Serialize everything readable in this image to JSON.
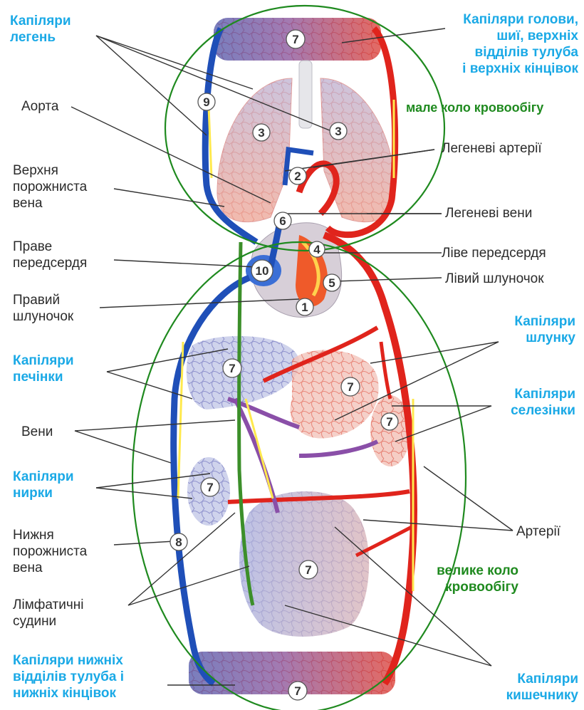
{
  "labels": {
    "lung_capillaries": [
      "Капіляри",
      "легень"
    ],
    "head_capillaries": [
      "Капіляри голови,",
      "шиї, верхніх",
      "відділів тулуба",
      "і верхніх кінцівок"
    ],
    "pulmonary_circulation": "мале коло кровообігу",
    "aorta": "Аорта",
    "pulmonary_arteries": "Легеневі артерії",
    "superior_vena_cava": [
      "Верхня",
      "порожниста",
      "вена"
    ],
    "pulmonary_veins": "Легеневі вени",
    "right_atrium": [
      "Праве",
      "передсердя"
    ],
    "left_atrium": "Ліве передсердя",
    "left_ventricle": "Лівий шлуночок",
    "right_ventricle": [
      "Правий",
      "шлуночок"
    ],
    "liver_capillaries": [
      "Капіляри",
      "печінки"
    ],
    "stomach_capillaries": [
      "Капіляри",
      "шлунку"
    ],
    "spleen_capillaries": [
      "Капіляри",
      "селезінки"
    ],
    "veins": "Вени",
    "kidney_capillaries": [
      "Капіляри",
      "нирки"
    ],
    "arteries": "Артерії",
    "inferior_vena_cava": [
      "Нижня",
      "порожниста",
      "вена"
    ],
    "systemic_circulation": [
      "велике коло",
      "кровообігу"
    ],
    "lymph_vessels": [
      "Лімфатичні",
      "судини"
    ],
    "lower_capillaries": [
      "Капіляри нижніх",
      "відділів тулуба і",
      "нижніх кінцівок"
    ],
    "intestine_capillaries": [
      "Капіляри",
      "кишечнику"
    ]
  },
  "markers": {
    "m1": "1",
    "m2": "2",
    "m3a": "3",
    "m3b": "3",
    "m4": "4",
    "m5": "5",
    "m6": "6",
    "m7_top": "7",
    "m7_liver": "7",
    "m7_stomach": "7",
    "m7_spleen": "7",
    "m7_kidney": "7",
    "m7_intestine": "7",
    "m7_bottom": "7",
    "m8": "8",
    "m9": "9",
    "m10": "10"
  },
  "colors": {
    "vein_blue": "#1f4fb8",
    "artery_red": "#e0241c",
    "circle_green": "#1f8a1f",
    "label_blue": "#1aa9e6",
    "flow_yellow": "#ffe94d",
    "portal_purple": "#8a4fa8",
    "lymph_green": "#3c8f2a"
  }
}
